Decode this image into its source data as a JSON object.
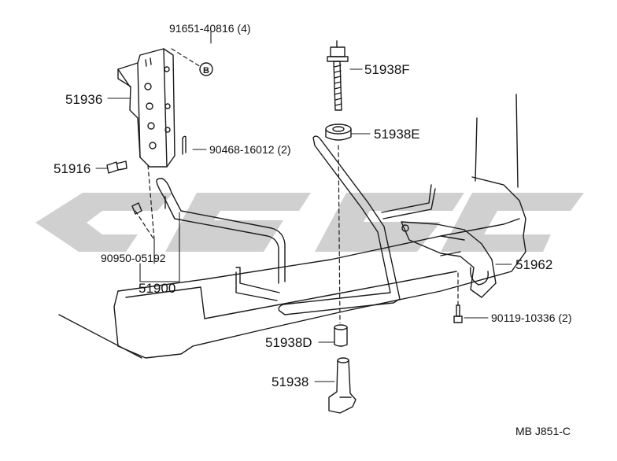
{
  "labels": {
    "p91651": "91651-40816 (4)",
    "p51936": "51936",
    "p51916": "51916",
    "p90468": "90468-16012 (2)",
    "p90950": "90950-05192",
    "p51900": "51900",
    "p51938F": "51938F",
    "p51938E": "51938E",
    "p51962": "51962",
    "p90119": "90119-10336 (2)",
    "p51938D": "51938D",
    "p51938": "51938",
    "callout_b": "B",
    "figure_code": "MB  J851-C"
  },
  "watermark": {
    "color": "#c8c8c8"
  },
  "colors": {
    "line": "#1a1a1a"
  }
}
